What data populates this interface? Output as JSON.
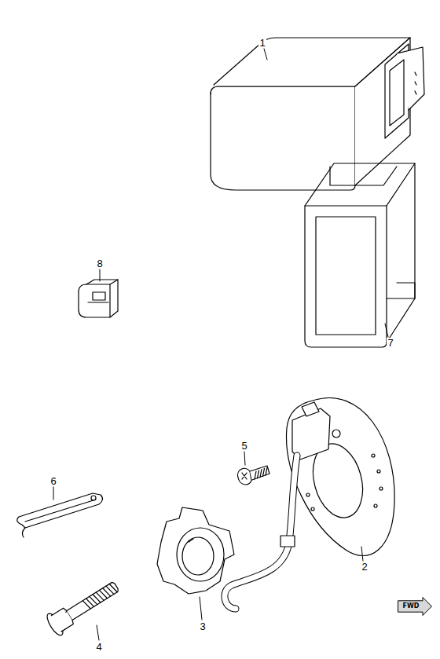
{
  "diagram": {
    "nodes": [
      {
        "text": [
          "FWD"
        ]
      }
    ],
    "labels": [
      "1",
      "8",
      "7",
      "5",
      "6",
      "2",
      "3",
      "4"
    ]
  }
}
